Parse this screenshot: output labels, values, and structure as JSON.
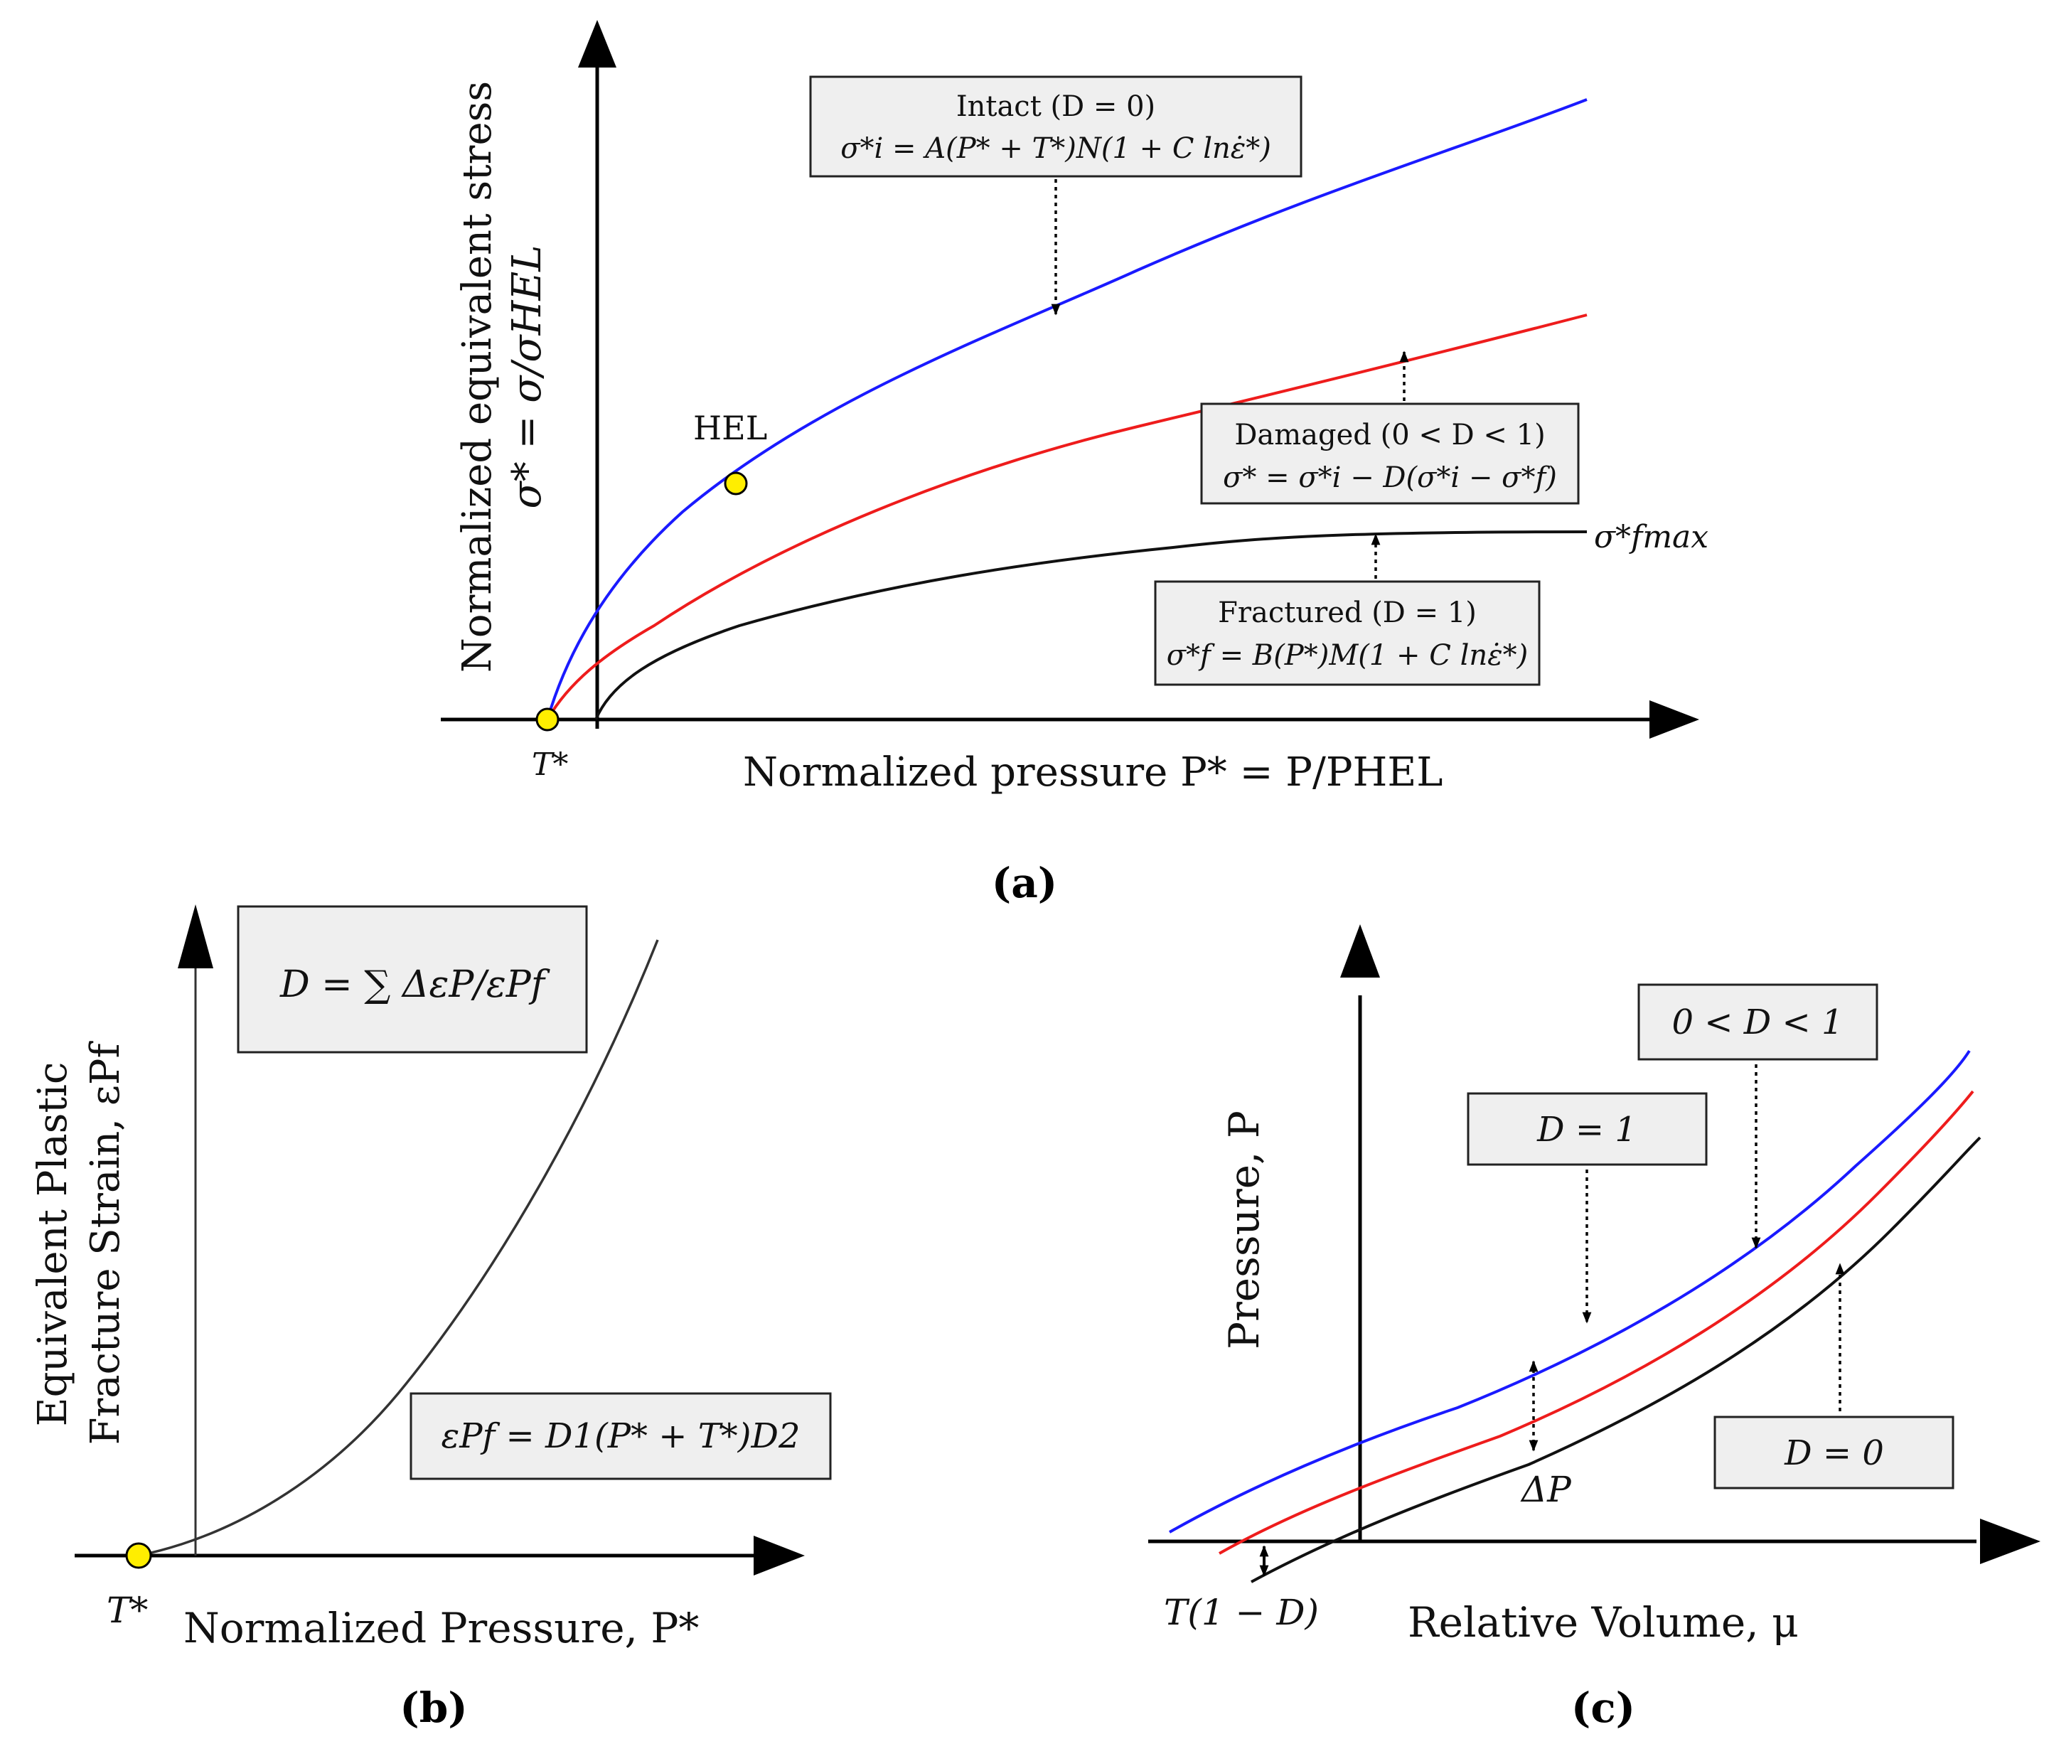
{
  "panel_a": {
    "y_label_line1": "Normalized equivalent stress",
    "y_label_line2": "σ* = σ/σHEL",
    "x_label": "Normalized pressure P* = P/PHEL",
    "tstar_label": "T*",
    "hel_label": "HEL",
    "sigma_fmax_label": "σ*fmax",
    "intact_title": "Intact (D = 0)",
    "intact_eq": "σ*i = A(P* + T*)N(1 + C lnε̇*)",
    "damaged_title": "Damaged (0 < D < 1)",
    "damaged_eq": "σ* = σ*i − D(σ*i − σ*f)",
    "fractured_title": "Fractured (D = 1)",
    "fractured_eq": "σ*f = B(P*)M(1 + C lnε̇*)",
    "caption": "(a)",
    "colors": {
      "intact": "#1a1aff",
      "damaged": "#ee1c1c",
      "fractured": "#111111",
      "point": "#ffee00"
    }
  },
  "panel_b": {
    "y_label_line1": "Equivalent Plastic",
    "y_label_line2": "Fracture Strain, εPf",
    "x_label": "Normalized Pressure, P*",
    "tstar_label": "T*",
    "box_top_eq": "D = ∑ ΔεP/εPf",
    "box_bottom_eq": "εPf = D1(P* + T*)D2",
    "caption": "(b)"
  },
  "panel_c": {
    "y_label": "Pressure, P",
    "x_label": "Relative Volume, μ",
    "t_label": "T(1 − D)",
    "delta_p_label": "ΔP",
    "box_d1": "D = 1",
    "box_mid": "0 < D < 1",
    "box_d0": "D = 0",
    "caption": "(c)",
    "colors": {
      "d0": "#1a1aff",
      "mid": "#ee1c1c",
      "d1": "#111111"
    }
  }
}
